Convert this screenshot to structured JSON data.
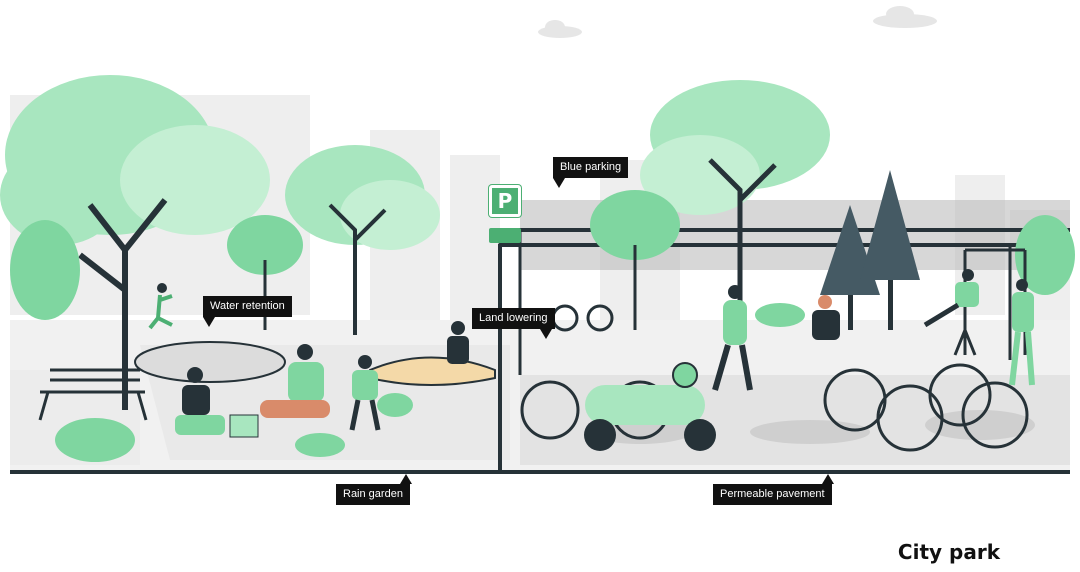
{
  "title": "City park",
  "parking_sign": {
    "letter": "P",
    "color": "#4caf73"
  },
  "labels": {
    "water_retention": "Water retention",
    "blue_parking": "Blue parking",
    "land_lowering": "Land lowering",
    "rain_garden": "Rain garden",
    "permeable_pavement": "Permeable pavement"
  },
  "colors": {
    "tree_light": "#a8e6bf",
    "tree_mid": "#7fd6a0",
    "accent_green": "#4caf73",
    "dark": "#263238",
    "building": "#eeeeee",
    "ground": "#f1f1f1",
    "pavement": "#d5d5d5"
  }
}
